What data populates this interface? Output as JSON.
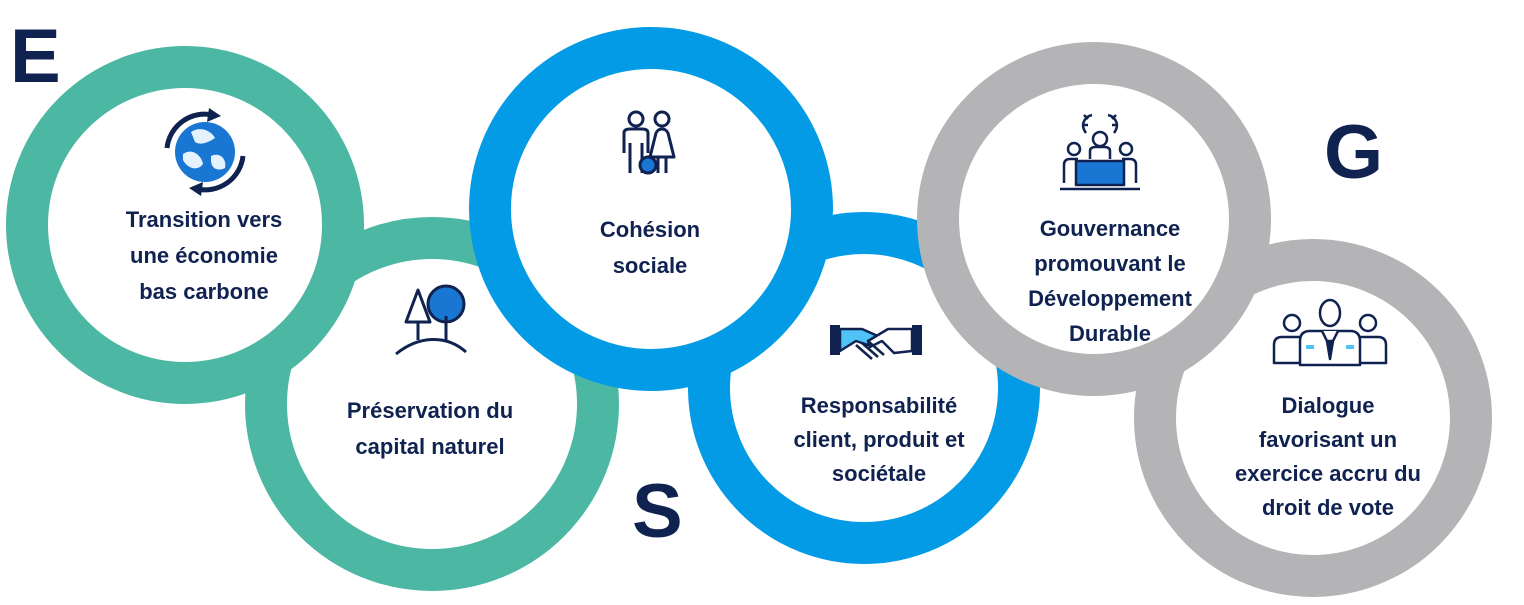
{
  "letters": {
    "e": "E",
    "s": "S",
    "g": "G"
  },
  "themes": [
    {
      "key": "transition",
      "pillar": "E",
      "icon": "earth-globe-icon",
      "lines": [
        "Transition vers",
        "une économie",
        "bas carbone"
      ]
    },
    {
      "key": "preservation",
      "pillar": "E",
      "icon": "trees-icon",
      "lines": [
        "Préservation du",
        "capital naturel"
      ]
    },
    {
      "key": "cohesion",
      "pillar": "S",
      "icon": "people-icon",
      "lines": [
        "Cohésion",
        "sociale"
      ]
    },
    {
      "key": "responsabilite",
      "pillar": "S",
      "icon": "handshake-icon",
      "lines": [
        "Responsabilité",
        "client, produit et",
        "sociétale"
      ]
    },
    {
      "key": "gouvernance",
      "pillar": "G",
      "icon": "meeting-table-icon",
      "lines": [
        "Gouvernance",
        "promouvant le",
        "Développement",
        "Durable"
      ]
    },
    {
      "key": "dialogue",
      "pillar": "G",
      "icon": "business-people-icon",
      "lines": [
        "Dialogue",
        "favorisant un",
        "exercice accru du",
        "droit de vote"
      ]
    }
  ],
  "colors": {
    "environment": "#4cb8a3",
    "social": "#039be5",
    "governance": "#b4b4b6",
    "text": "#0f2250"
  }
}
